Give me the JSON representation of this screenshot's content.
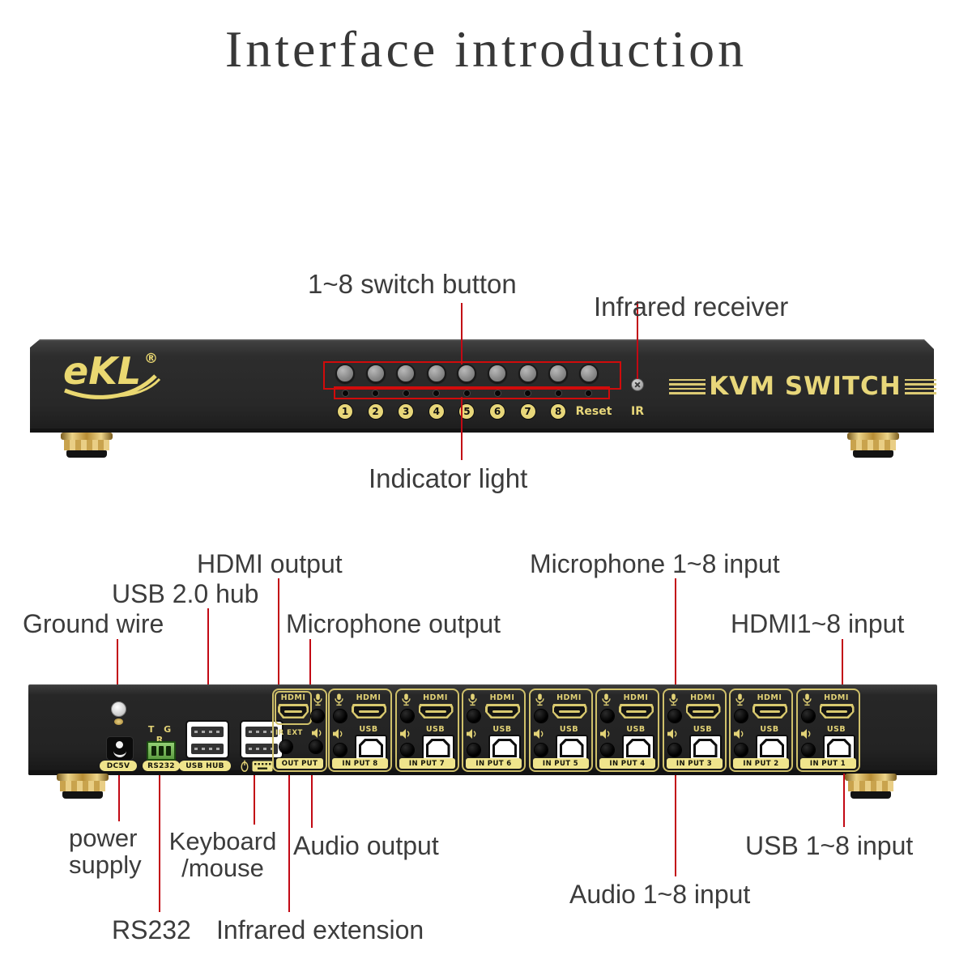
{
  "title": "Interface introduction",
  "front": {
    "logo": "eKL",
    "logo_reg": "®",
    "product": "KVM SWITCH",
    "buttons": [
      "1",
      "2",
      "3",
      "4",
      "5",
      "6",
      "7",
      "8"
    ],
    "reset": "Reset",
    "ir": "IR",
    "callouts": {
      "switch_button": "1~8 switch button",
      "infrared_receiver": "Infrared receiver",
      "indicator_light": "Indicator light"
    }
  },
  "rear": {
    "dc": "DC5V",
    "rs232_pins": "T G R",
    "rs232": "RS232",
    "usb_hub": "USB HUB",
    "port_hdmi": "HDMI",
    "port_usb": "USB",
    "out": {
      "hdmi": "HDMI",
      "irext": "IR EXT",
      "label": "OUT PUT"
    },
    "inputs": [
      "IN PUT 8",
      "IN PUT 7",
      "IN PUT 6",
      "IN PUT 5",
      "IN PUT 4",
      "IN PUT 3",
      "IN PUT 2",
      "IN PUT 1"
    ],
    "callouts_top": {
      "hdmi_output": "HDMI output",
      "usb_hub": "USB 2.0 hub",
      "ground": "Ground wire",
      "mic_output": "Microphone output",
      "mic_input": "Microphone 1~8 input",
      "hdmi_input": "HDMI1~8 input"
    },
    "callouts_bottom": {
      "power": "power supply",
      "keyboard_mouse": "Keyboard /mouse",
      "rs232": "RS232",
      "infrared_ext": "Infrared extension",
      "audio_output": "Audio output",
      "audio_input": "Audio 1~8 input",
      "usb_input": "USB 1~8 input"
    }
  },
  "colors": {
    "accent_red": "#c20914",
    "gold": "#e8d77a",
    "label_yellow": "#efe48c",
    "panel_black": "#282828"
  }
}
